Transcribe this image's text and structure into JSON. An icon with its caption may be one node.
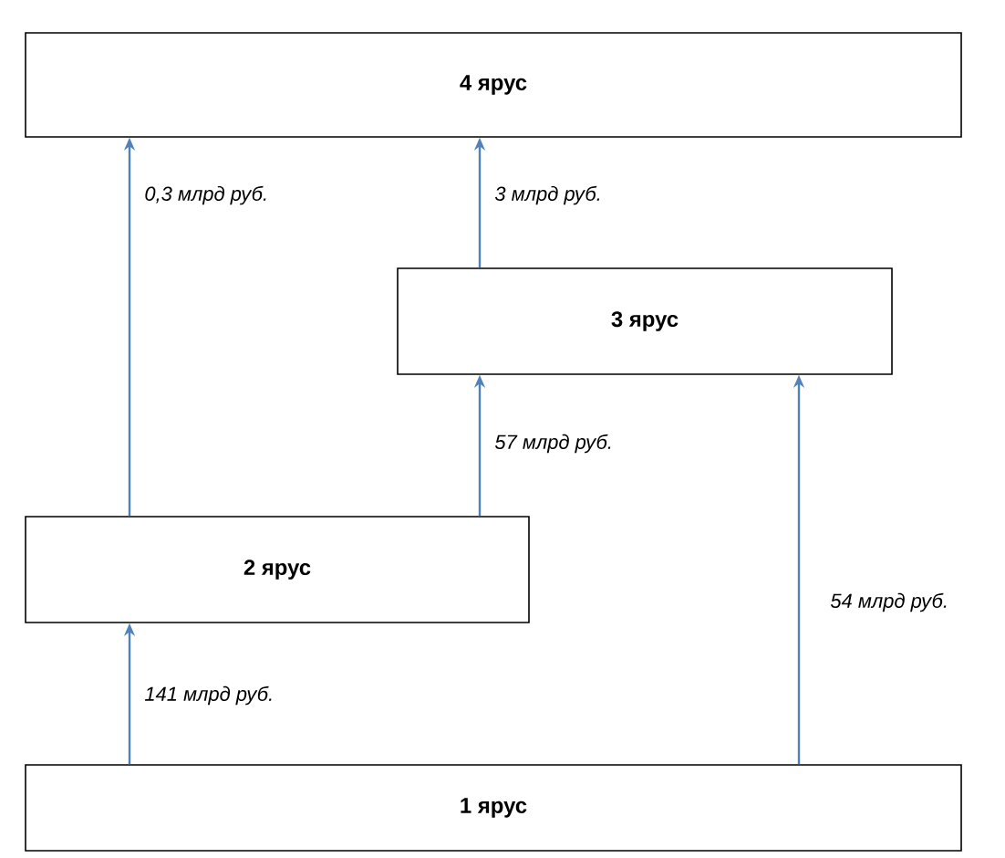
{
  "diagram": {
    "nodes": [
      {
        "text": [
          "4 ярус"
        ]
      },
      {
        "text": [
          "3 ярус"
        ]
      },
      {
        "text": [
          "2 ярус"
        ]
      },
      {
        "text": [
          "1 ярус"
        ]
      }
    ],
    "edges": [
      {
        "from": 2,
        "to": 0,
        "arrow": "to",
        "label": "0,3 млрд руб."
      },
      {
        "from": 1,
        "to": 0,
        "arrow": "to",
        "label": "3 млрд руб."
      },
      {
        "from": 2,
        "to": 1,
        "arrow": "to",
        "label": "57 млрд руб."
      },
      {
        "from": 3,
        "to": 2,
        "arrow": "to",
        "label": "141 млрд руб."
      },
      {
        "from": 3,
        "to": 1,
        "arrow": "to",
        "label": "54 млрд руб."
      }
    ]
  }
}
